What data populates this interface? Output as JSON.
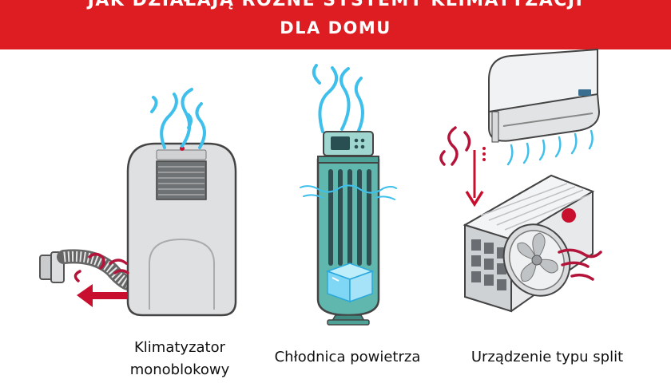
{
  "header": {
    "title_line1": "JAK DZIAŁAJĄ RÓŻNE SYSTEMY KLIMATYZACJI",
    "title_line2": "DLA DOMU"
  },
  "devices": [
    {
      "label_line1": "Klimatyzator",
      "label_line2": "monoblokowy"
    },
    {
      "label": "Chłodnica powietrza"
    },
    {
      "label": "Urządzenie typu split"
    }
  ],
  "colors": {
    "banner": "#dd1d22",
    "air_cold": "#3fc0ec",
    "air_hot": "#b5143a",
    "arrow": "#c8102e",
    "cooler_body": "#5fb7ad",
    "unit_grey": "#e4e6e8"
  }
}
